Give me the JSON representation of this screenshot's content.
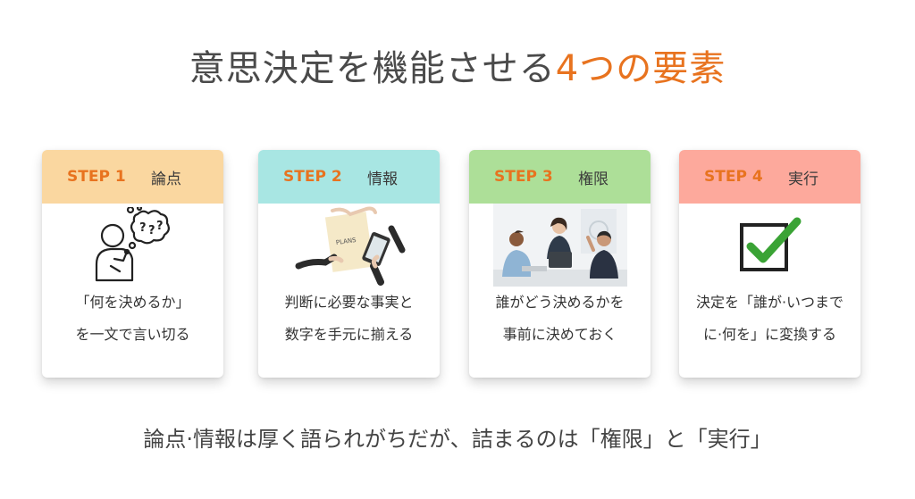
{
  "title": {
    "main": "意思決定を機能させる",
    "accent": "4つの要素"
  },
  "accent_color": "#e8731f",
  "cards": [
    {
      "step": "STEP 1",
      "topic": "論点",
      "header_color": "#fad7a0",
      "icon": "thinking-person-icon",
      "lines": [
        "「何を決めるか」",
        "を一文で言い切る"
      ]
    },
    {
      "step": "STEP 2",
      "topic": "情報",
      "header_color": "#a8e6e3",
      "icon": "documents-hands-icon",
      "plans_label": "PLANS",
      "lines": [
        "判断に必要な事実と",
        "数字を手元に揃える"
      ]
    },
    {
      "step": "STEP 3",
      "topic": "権限",
      "header_color": "#addf98",
      "icon": "meeting-people-icon",
      "lines": [
        "誰がどう決めるかを",
        "事前に決めておく"
      ]
    },
    {
      "step": "STEP 4",
      "topic": "実行",
      "header_color": "#fda99c",
      "icon": "checkmark-box-icon",
      "lines": [
        "決定を「誰が·いつまで",
        "に·何を」に変換する"
      ]
    }
  ],
  "footer": "論点·情報は厚く語られがちだが、詰まるのは「権限」と「実行」"
}
